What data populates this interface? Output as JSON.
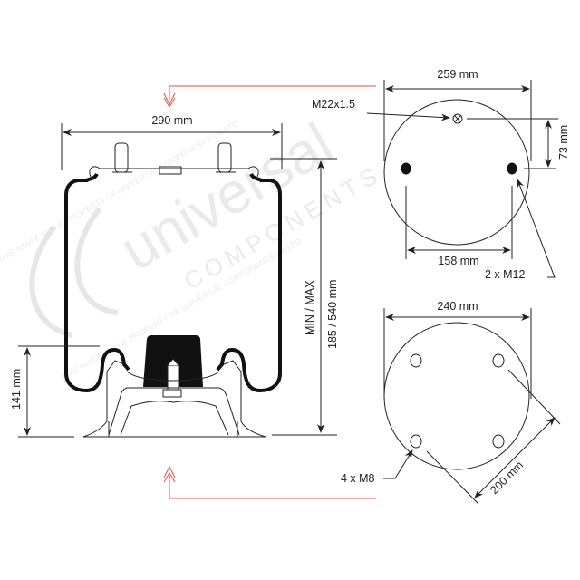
{
  "watermark": {
    "brand": "universal",
    "brand_sub": "COMPONENTS",
    "notice": "THIS IMAGE IS THE PROPERTY OF UNIVERSAL COMPONENTS UK LTD"
  },
  "side_view": {
    "width_label": "290 mm",
    "height_label_top": "MIN / MAX",
    "height_label": "185 / 540 mm",
    "piston_height_label": "141 mm"
  },
  "top_plate": {
    "diameter_label": "259 mm",
    "air_fitting_label": "M22x1.5",
    "offset_label": "73 mm",
    "stud_spacing_label": "158 mm",
    "studs_label": "2 x M12"
  },
  "bottom_plate": {
    "diameter_label": "240 mm",
    "bolt_circle_label": "200 mm",
    "bolts_label": "4 x M8"
  },
  "colors": {
    "line": "#222222",
    "arrow": "#e0504a",
    "watermark": "#dddddd"
  }
}
